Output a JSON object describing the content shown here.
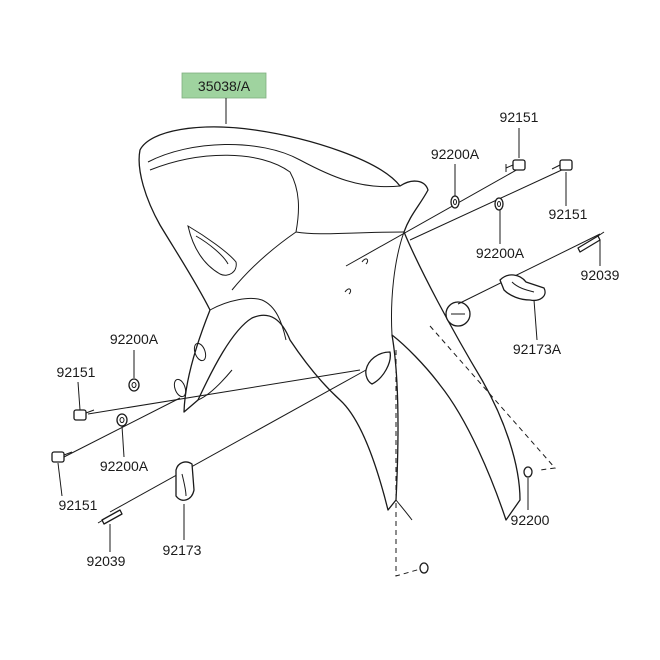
{
  "highlight_color": "#9fd39f",
  "labels": {
    "fender": "35038/A",
    "bolt_top_right": "92151",
    "washer_top_left": "92200A",
    "bolt_right": "92151",
    "washer_right": "92200A",
    "pin_right": "92039",
    "clamp_right": "92173A",
    "washer_left_upper": "92200A",
    "bolt_left_upper": "92151",
    "bolt_left_lower": "92151",
    "washer_left_lower": "92200A",
    "clamp_left": "92173",
    "pin_left": "92039",
    "nut_bottom_right": "92200"
  }
}
